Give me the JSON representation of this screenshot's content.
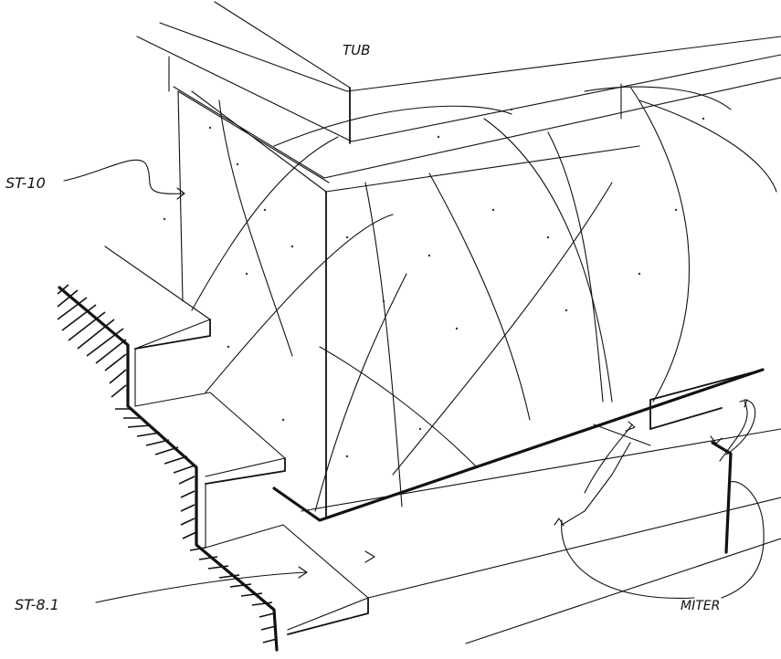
{
  "labels": {
    "tub": "TUB",
    "st10": "ST-10",
    "st81": "ST-8.1",
    "miter": "MITER"
  }
}
